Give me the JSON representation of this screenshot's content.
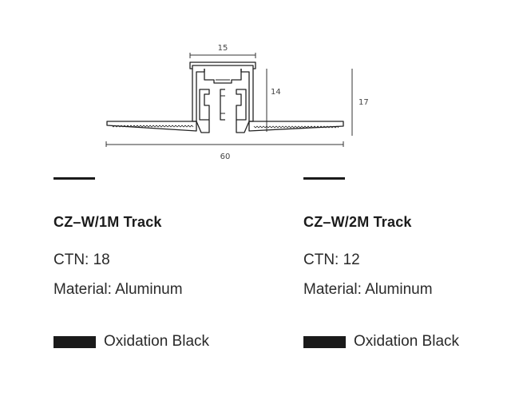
{
  "diagram": {
    "dim_width_top": "15",
    "dim_inner_height": "14",
    "dim_total_height": "17",
    "dim_total_width": "60",
    "line_color": "#333333"
  },
  "products": [
    {
      "title": "CZ–W/1M Track",
      "ctn": "CTN: 18",
      "material": "Material: Aluminum",
      "finish": "Oxidation Black",
      "finish_color": "#1a1a1a"
    },
    {
      "title": "CZ–W/2M Track",
      "ctn": "CTN: 12",
      "material": "Material: Aluminum",
      "finish": "Oxidation Black",
      "finish_color": "#1a1a1a"
    }
  ]
}
